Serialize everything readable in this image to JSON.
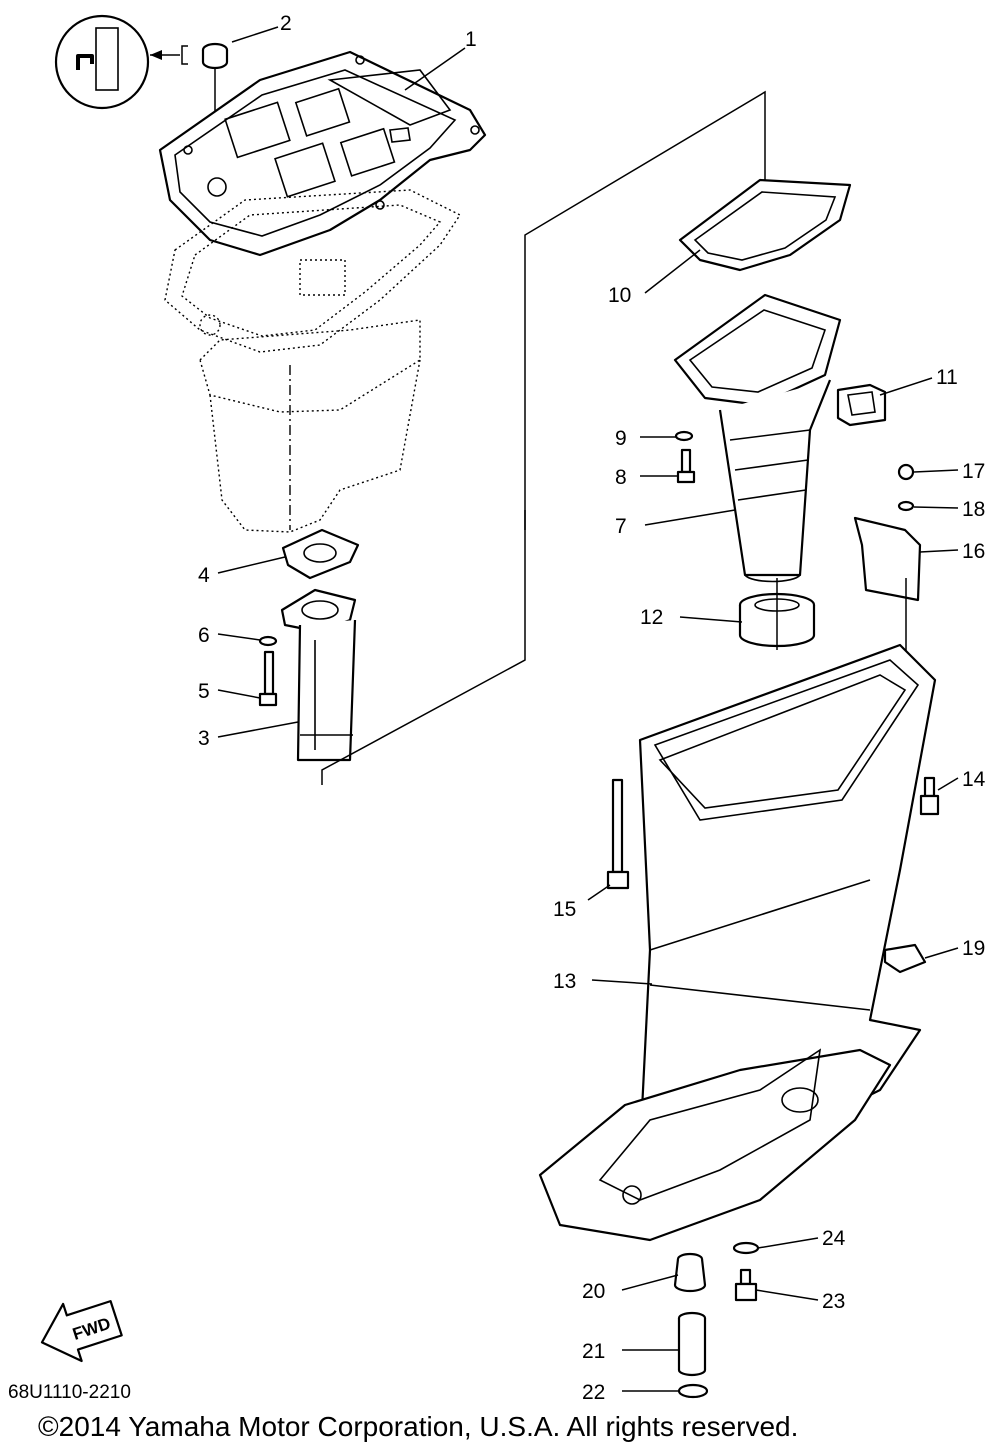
{
  "diagram": {
    "callouts": [
      {
        "id": "callout-1",
        "text": "1"
      },
      {
        "id": "callout-2",
        "text": "2"
      },
      {
        "id": "callout-3",
        "text": "3"
      },
      {
        "id": "callout-4",
        "text": "4"
      },
      {
        "id": "callout-5",
        "text": "5"
      },
      {
        "id": "callout-6",
        "text": "6"
      },
      {
        "id": "callout-7",
        "text": "7"
      },
      {
        "id": "callout-8",
        "text": "8"
      },
      {
        "id": "callout-9",
        "text": "9"
      },
      {
        "id": "callout-10",
        "text": "10"
      },
      {
        "id": "callout-11",
        "text": "11"
      },
      {
        "id": "callout-12",
        "text": "12"
      },
      {
        "id": "callout-13",
        "text": "13"
      },
      {
        "id": "callout-14",
        "text": "14"
      },
      {
        "id": "callout-15",
        "text": "15"
      },
      {
        "id": "callout-16",
        "text": "16"
      },
      {
        "id": "callout-17",
        "text": "17"
      },
      {
        "id": "callout-18",
        "text": "18"
      },
      {
        "id": "callout-19",
        "text": "19"
      },
      {
        "id": "callout-20",
        "text": "20"
      },
      {
        "id": "callout-21",
        "text": "21"
      },
      {
        "id": "callout-22",
        "text": "22"
      },
      {
        "id": "callout-23",
        "text": "23"
      },
      {
        "id": "callout-24",
        "text": "24"
      }
    ],
    "fwd_label": "FWD",
    "drawing_code": "68U1110-2210",
    "copyright": "©2014 Yamaha Motor Corporation, U.S.A. All rights reserved."
  }
}
